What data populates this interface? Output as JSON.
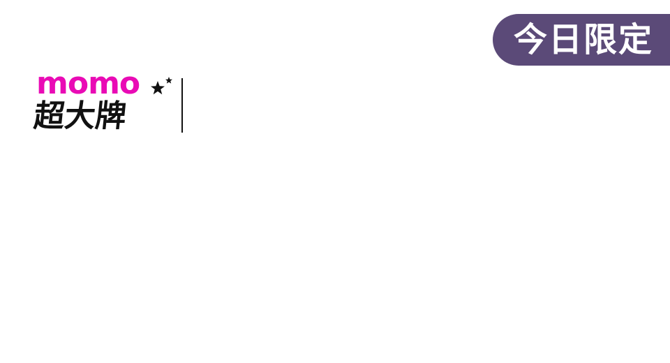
{
  "colors": {
    "brand": "#e90bb5",
    "badge_bg": "#5b4a78"
  },
  "logo": {
    "momo_text": "momo",
    "brand_text": "超大牌",
    "star_icon": "star-icon"
  },
  "badge": {
    "label": "今日限定"
  }
}
